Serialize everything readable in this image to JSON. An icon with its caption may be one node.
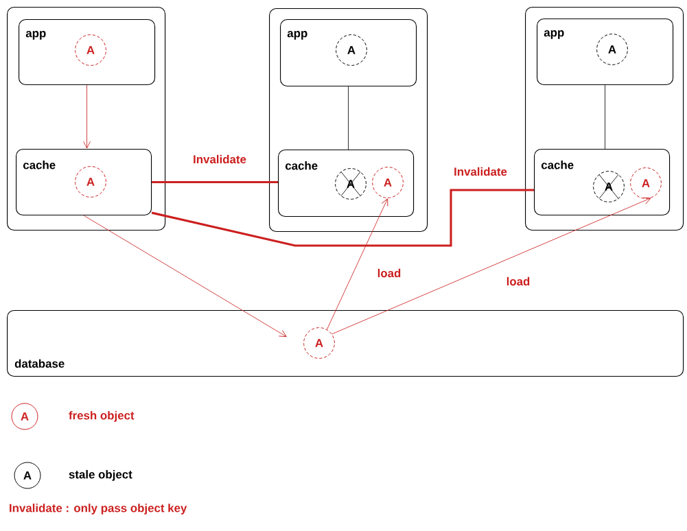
{
  "diagram": {
    "nodes": [
      {
        "text": [],
        "shape": "box"
      },
      {
        "text": [
          "app"
        ],
        "in": 0
      },
      {
        "text": [
          "A"
        ],
        "in": 1
      },
      {
        "text": [
          "cache"
        ],
        "in": 0
      },
      {
        "text": [
          "A"
        ],
        "in": 3
      },
      {
        "text": [],
        "shape": "box"
      },
      {
        "text": [
          "app"
        ],
        "in": 5
      },
      {
        "text": [
          "A"
        ],
        "in": 6
      },
      {
        "text": [
          "cache"
        ],
        "in": 5
      },
      {
        "text": [
          "A"
        ],
        "in": 8
      },
      {
        "text": [
          "A"
        ],
        "in": 8
      },
      {
        "text": [],
        "shape": "box"
      },
      {
        "text": [
          "app"
        ],
        "in": 11
      },
      {
        "text": [
          "A"
        ],
        "in": 12
      },
      {
        "text": [
          "cache"
        ],
        "in": 11
      },
      {
        "text": [
          "A"
        ],
        "in": 14
      },
      {
        "text": [
          "A"
        ],
        "in": 14
      },
      {
        "text": [
          "database"
        ]
      },
      {
        "text": [
          "A"
        ],
        "in": 17
      }
    ],
    "edges": [
      {
        "from": 1,
        "to": 3,
        "arrow": "to"
      },
      {
        "from": 6,
        "to": 8,
        "arrow": "none",
        "color": "#000000"
      },
      {
        "from": 12,
        "to": 14,
        "arrow": "none",
        "color": "#000000"
      },
      {
        "from": 3,
        "to": 8,
        "arrow": "none",
        "label": "Invalidate",
        "style": "thick"
      },
      {
        "from": 3,
        "to": 14,
        "arrow": "none",
        "label": "Invalidate",
        "style": "thick"
      },
      {
        "from": 3,
        "to": 18,
        "arrow": "to"
      },
      {
        "from": 18,
        "to": 10,
        "arrow": "to",
        "label": "load"
      },
      {
        "from": 18,
        "to": 16,
        "arrow": "to",
        "label": "load"
      }
    ],
    "labels": [
      "A",
      "A",
      "Invalidate : only pass object key"
    ],
    "legend": [
      {
        "text": "fresh object"
      },
      {
        "text": "stale object"
      }
    ]
  }
}
